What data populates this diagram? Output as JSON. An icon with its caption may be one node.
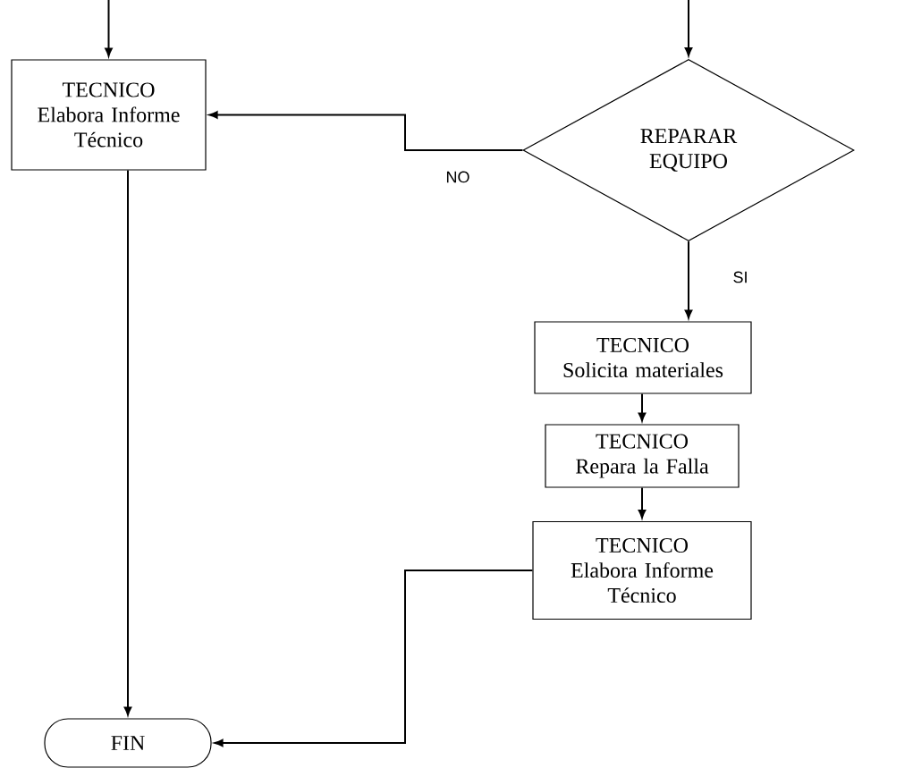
{
  "diagram": {
    "nodes": [
      {
        "text": [
          "TECNICO",
          "Elabora Informe Técnico"
        ]
      },
      {
        "text": [
          "REPARAR EQUIPO"
        ]
      },
      {
        "text": [
          "TECNICO",
          "Solicita materiales"
        ]
      },
      {
        "text": [
          "TECNICO",
          "Repara la Falla"
        ]
      },
      {
        "text": [
          "TECNICO",
          "Elabora Informe Técnico"
        ]
      },
      {
        "text": [
          "FIN"
        ]
      }
    ],
    "edges": [
      {
        "from": null,
        "to": 0,
        "arrow": "to"
      },
      {
        "from": null,
        "to": 1,
        "arrow": "to"
      },
      {
        "from": 1,
        "to": 0,
        "arrow": "to",
        "label": "NO"
      },
      {
        "from": 1,
        "to": 2,
        "arrow": "to",
        "label": "SI"
      },
      {
        "from": 2,
        "to": 3,
        "arrow": "to"
      },
      {
        "from": 3,
        "to": 4,
        "arrow": "to"
      },
      {
        "from": 4,
        "to": 5,
        "arrow": "to"
      },
      {
        "from": 0,
        "to": 5,
        "arrow": "to"
      }
    ]
  }
}
